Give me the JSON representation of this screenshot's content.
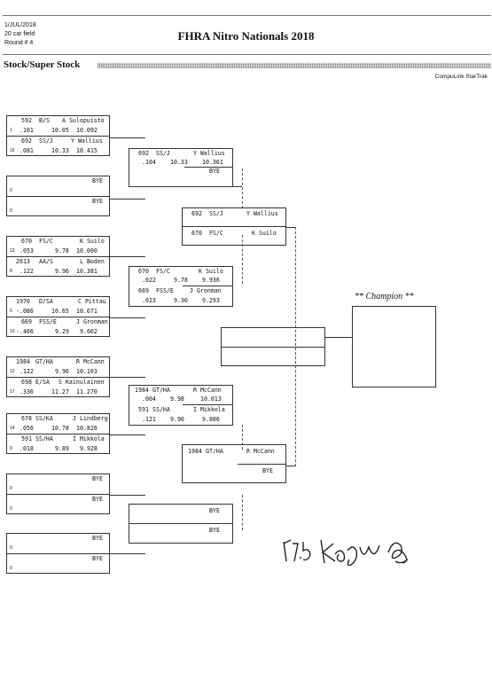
{
  "header": {
    "date": "1/JUL/2018",
    "field": "20 car field",
    "round": "Round # 4",
    "title": "FHRA Nitro Nationals 2018",
    "class": "Stock/Super Stock",
    "brand": "CompuLink StarTrak"
  },
  "bracket": {
    "r1": [
      {
        "top": {
          "seed": "1",
          "car": "592",
          "cls": "B/S",
          "name": "A Sulopuisto",
          "rt": ".161",
          "et": "10.05",
          "dial": "10.092"
        },
        "bottom": {
          "seed": "16",
          "car": "692",
          "cls": "SS/J",
          "name": "Y Wallius",
          "rt": ".081",
          "et": "10.33",
          "dial": "10.415"
        }
      },
      {
        "top": {
          "seed": "0",
          "car": "",
          "cls": "",
          "name": "BYE",
          "rt": "",
          "et": "",
          "dial": ""
        },
        "bottom": {
          "seed": "0",
          "car": "",
          "cls": "",
          "name": "BYE",
          "rt": "",
          "et": "",
          "dial": ""
        }
      },
      {
        "top": {
          "seed": "13",
          "car": "670",
          "cls": "FS/C",
          "name": "K Suilo",
          "rt": ".053",
          "et": "9.78",
          "dial": "10.000"
        },
        "bottom": {
          "seed": "8",
          "car": "2613",
          "cls": "AA/S",
          "name": "L Boden",
          "rt": ".122",
          "et": "9.96",
          "dial": "10.381"
        }
      },
      {
        "top": {
          "seed": "5",
          "car": "1970",
          "cls": "D/SA",
          "name": "C Pittau",
          "rt": "-.086",
          "et": "10.65",
          "dial": "10.671"
        },
        "bottom": {
          "seed": "10",
          "car": "669",
          "cls": "FSS/E",
          "name": "J Gronman",
          "rt": "-.406",
          "et": "9.29",
          "dial": "9.602"
        }
      },
      {
        "top": {
          "seed": "12",
          "car": "1984",
          "cls": "GT/HA",
          "name": "R McCann",
          "rt": ".122",
          "et": "9.96",
          "dial": "10.103"
        },
        "bottom": {
          "seed": "17",
          "car": "698",
          "cls": "E/SA",
          "name": "S Kainulainen",
          "rt": ".336",
          "et": "11.27",
          "dial": "11.270"
        }
      },
      {
        "top": {
          "seed": "14",
          "car": "678",
          "cls": "SS/KA",
          "name": "J Lindberg",
          "rt": ".056",
          "et": "10.78",
          "dial": "10.826"
        },
        "bottom": {
          "seed": "9",
          "car": "591",
          "cls": "SS/HA",
          "name": "I Mikkola",
          "rt": ".018",
          "et": "9.89",
          "dial": "9.928"
        }
      },
      {
        "top": {
          "seed": "0",
          "car": "",
          "cls": "",
          "name": "BYE",
          "rt": "",
          "et": "",
          "dial": ""
        },
        "bottom": {
          "seed": "0",
          "car": "",
          "cls": "",
          "name": "BYE",
          "rt": "",
          "et": "",
          "dial": ""
        }
      },
      {
        "top": {
          "seed": "0",
          "car": "",
          "cls": "",
          "name": "BYE",
          "rt": "",
          "et": "",
          "dial": ""
        },
        "bottom": {
          "seed": "0",
          "car": "",
          "cls": "",
          "name": "BYE",
          "rt": "",
          "et": "",
          "dial": ""
        }
      }
    ],
    "r2": [
      {
        "top": {
          "car": "692",
          "cls": "SS/J",
          "name": "Y Wallius",
          "rt": ".104",
          "et": "10.33",
          "dial": "10.361"
        },
        "bottom": {
          "car": "",
          "cls": "",
          "name": "BYE",
          "rt": "",
          "et": "",
          "dial": ""
        }
      },
      {
        "top": {
          "car": "670",
          "cls": "FS/C",
          "name": "K Suilo",
          "rt": ".022",
          "et": "9.78",
          "dial": "9.936"
        },
        "bottom": {
          "car": "669",
          "cls": "FSS/E",
          "name": "J Gronman",
          "rt": ".023",
          "et": "9.30",
          "dial": "9.293"
        }
      },
      {
        "top": {
          "car": "1984",
          "cls": "GT/HA",
          "name": "R McCann",
          "rt": ".004",
          "et": "9.98",
          "dial": "10.013"
        },
        "bottom": {
          "car": "591",
          "cls": "SS/HA",
          "name": "I Mikkola",
          "rt": ".121",
          "et": "9.90",
          "dial": "9.886"
        }
      },
      {
        "top": {
          "car": "",
          "cls": "",
          "name": "BYE",
          "rt": "",
          "et": "",
          "dial": ""
        },
        "bottom": {
          "car": "",
          "cls": "",
          "name": "BYE",
          "rt": "",
          "et": "",
          "dial": ""
        }
      }
    ],
    "r3": [
      {
        "top": {
          "car": "692",
          "cls": "SS/J",
          "name": "Y Wallius"
        },
        "bottom": {
          "car": "670",
          "cls": "FS/C",
          "name": "K Suilo"
        }
      },
      {
        "top": {
          "car": "1984",
          "cls": "GT/HA",
          "name": "R McCann"
        },
        "bottom": {
          "car": "",
          "cls": "",
          "name": "BYE"
        }
      }
    ]
  },
  "champion": {
    "label": "** Champion **"
  },
  "signature": {
    "time": "17:55"
  }
}
